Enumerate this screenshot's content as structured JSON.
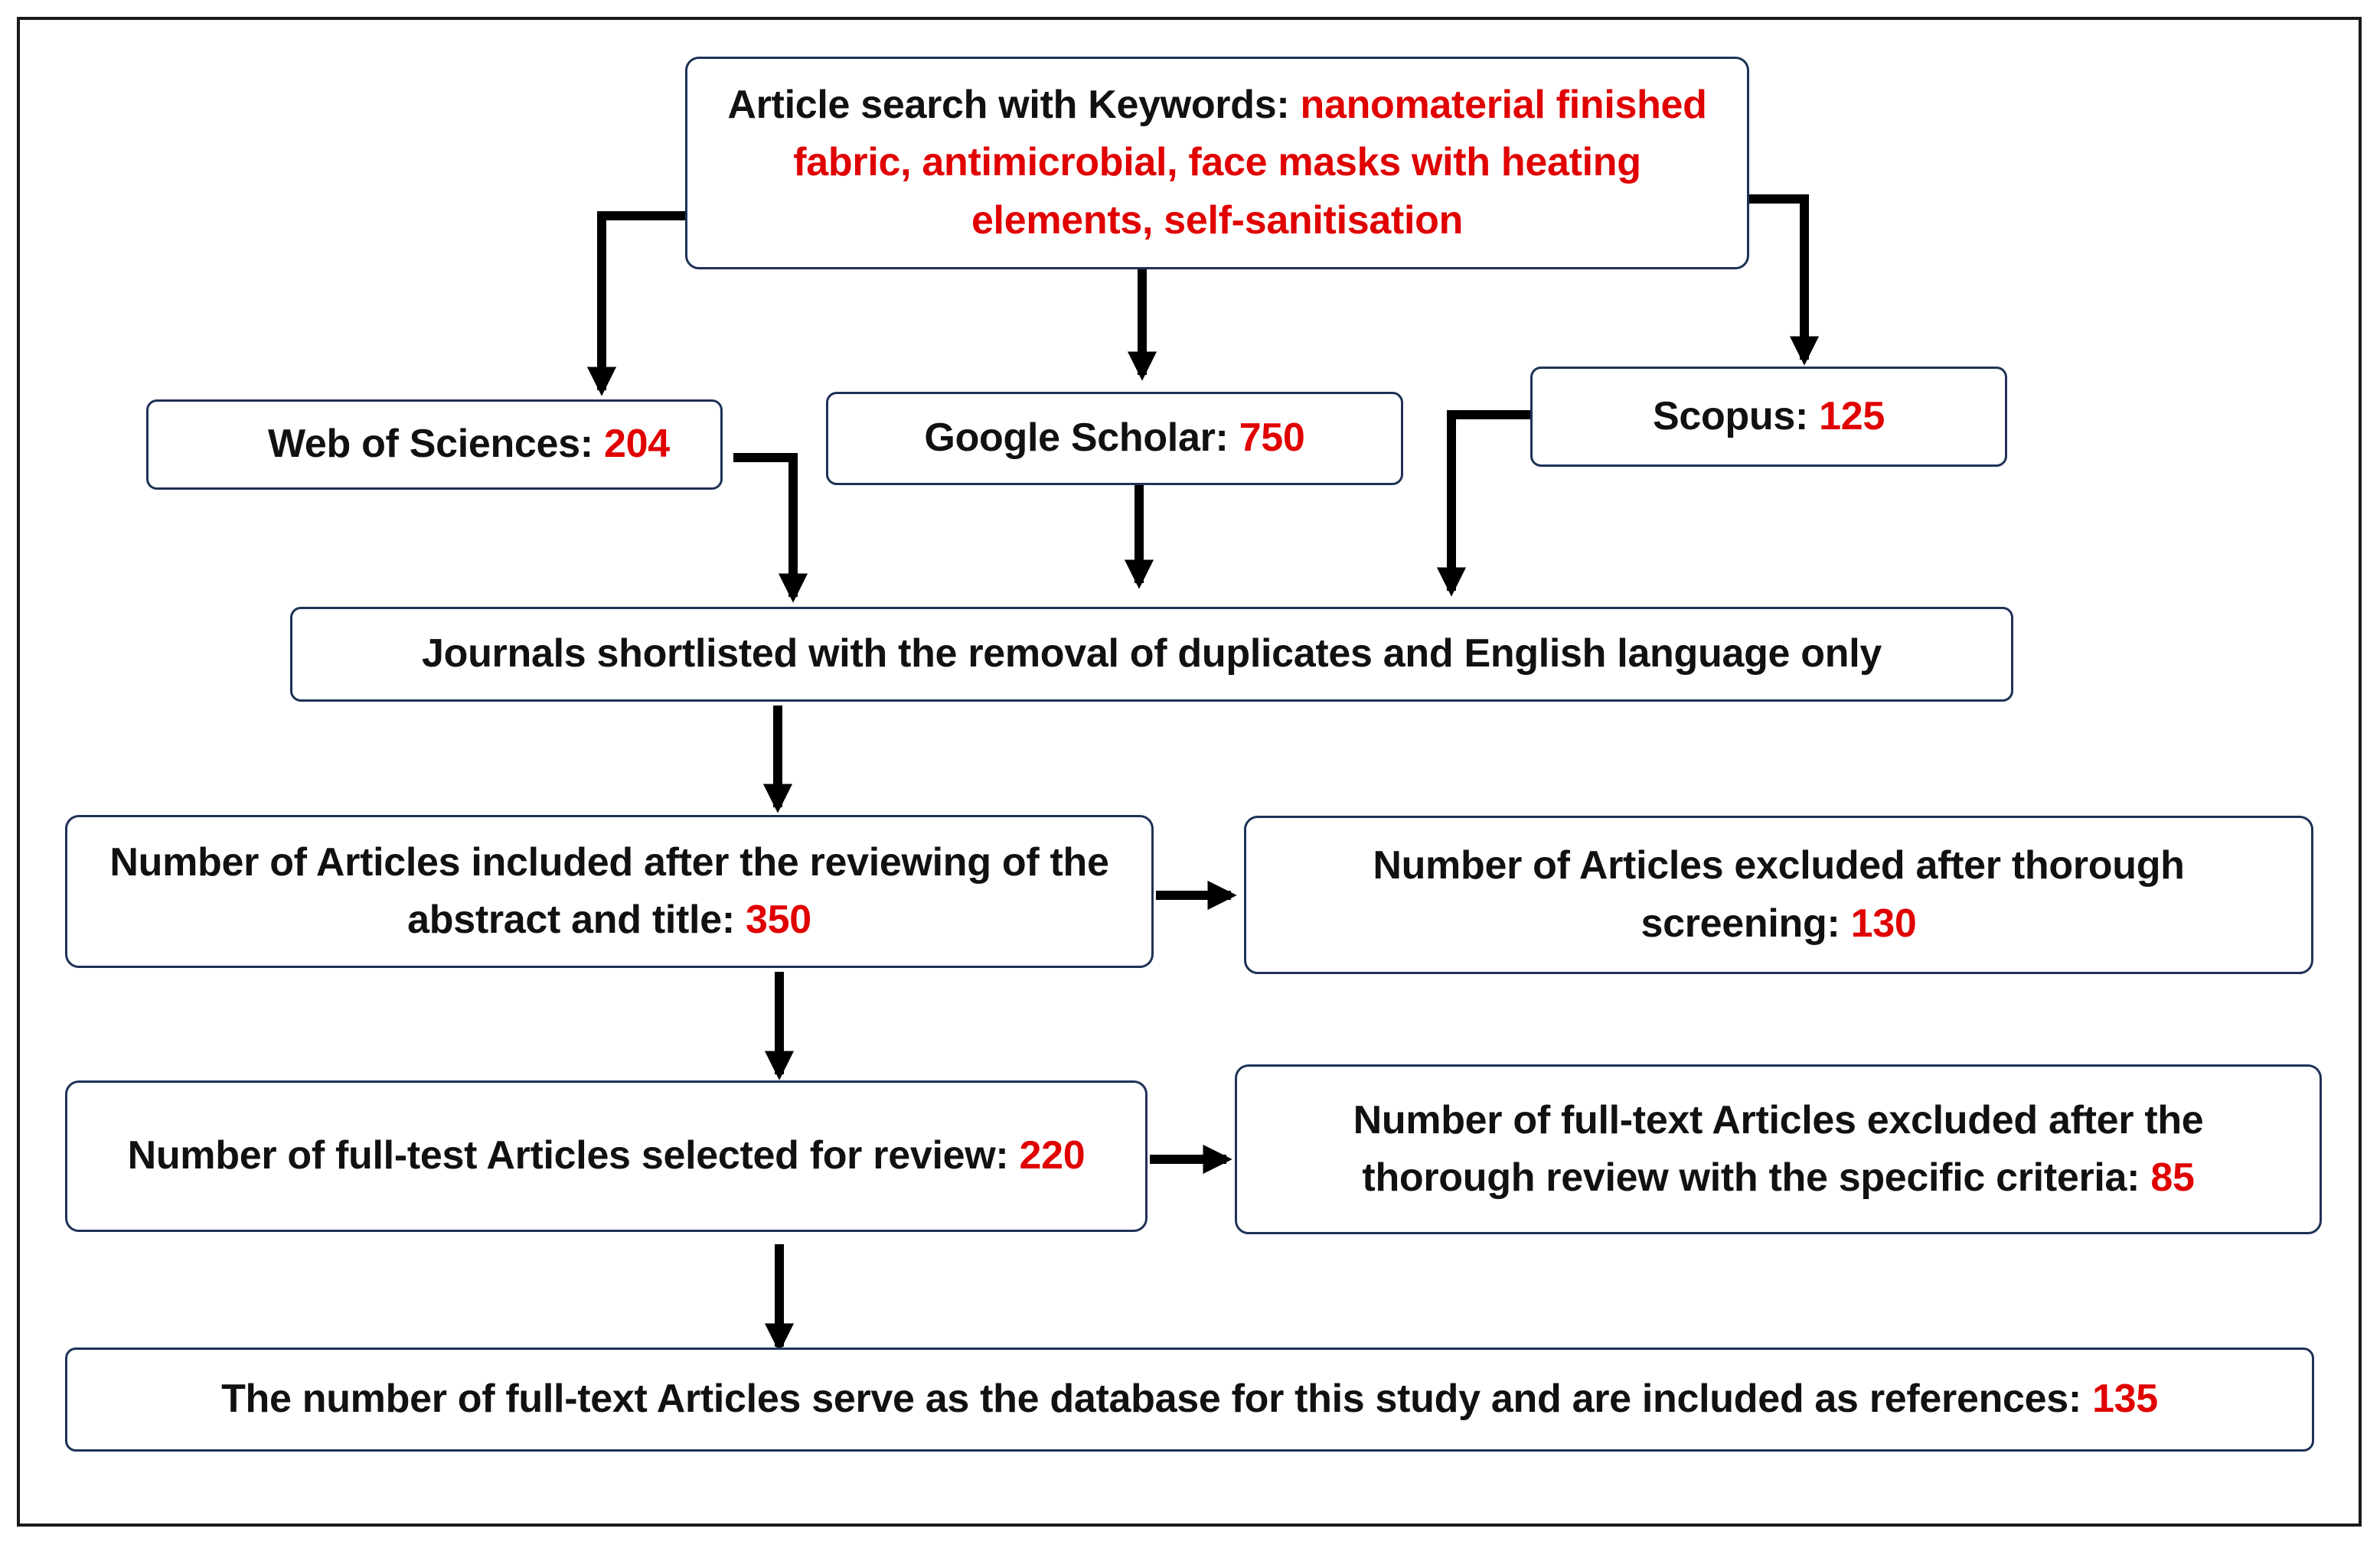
{
  "colors": {
    "text": "#111111",
    "highlight": "#e00000",
    "box_border": "#1f3157",
    "arrow": "#000000"
  },
  "search": {
    "label": "Article search with Keywords: ",
    "keywords": "nanomaterial finished fabric, antimicrobial, face masks with heating elements, self-sanitisation"
  },
  "sources": [
    {
      "label": "Web of Sciences: ",
      "count": "204"
    },
    {
      "label": "Google Scholar: ",
      "count": "750"
    },
    {
      "label": "Scopus: ",
      "count": "125"
    }
  ],
  "shortlist": {
    "label": "Journals shortlisted with the removal of duplicates and English language only"
  },
  "included_abstract": {
    "label": "Number of Articles included after the reviewing of the abstract and title: ",
    "count": "350"
  },
  "excluded_screening": {
    "label": "Number of Articles excluded after thorough screening: ",
    "count": "130"
  },
  "fulltext_selected": {
    "label": "Number of full-test Articles selected for review: ",
    "count": "220"
  },
  "fulltext_excluded": {
    "label": "Number of full-text Articles excluded after the thorough review with the specific criteria: ",
    "count": "85"
  },
  "final": {
    "label": "The number of full-text Articles serve as the database for this study and are included as references: ",
    "count": "135"
  }
}
